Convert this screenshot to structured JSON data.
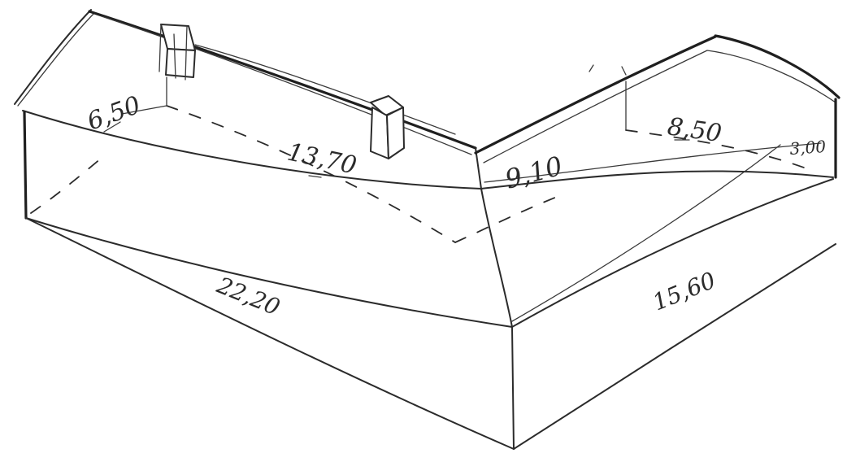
{
  "dimensions": {
    "wing_left_width": "6,50",
    "wing_left_inner_length": "13,70",
    "wing_right_inner_length": "9,10",
    "wing_right_width": "8,50",
    "wing_right_end": "3,00",
    "wing_left_outer_length": "22,20",
    "wing_right_outer_length": "15,60"
  }
}
